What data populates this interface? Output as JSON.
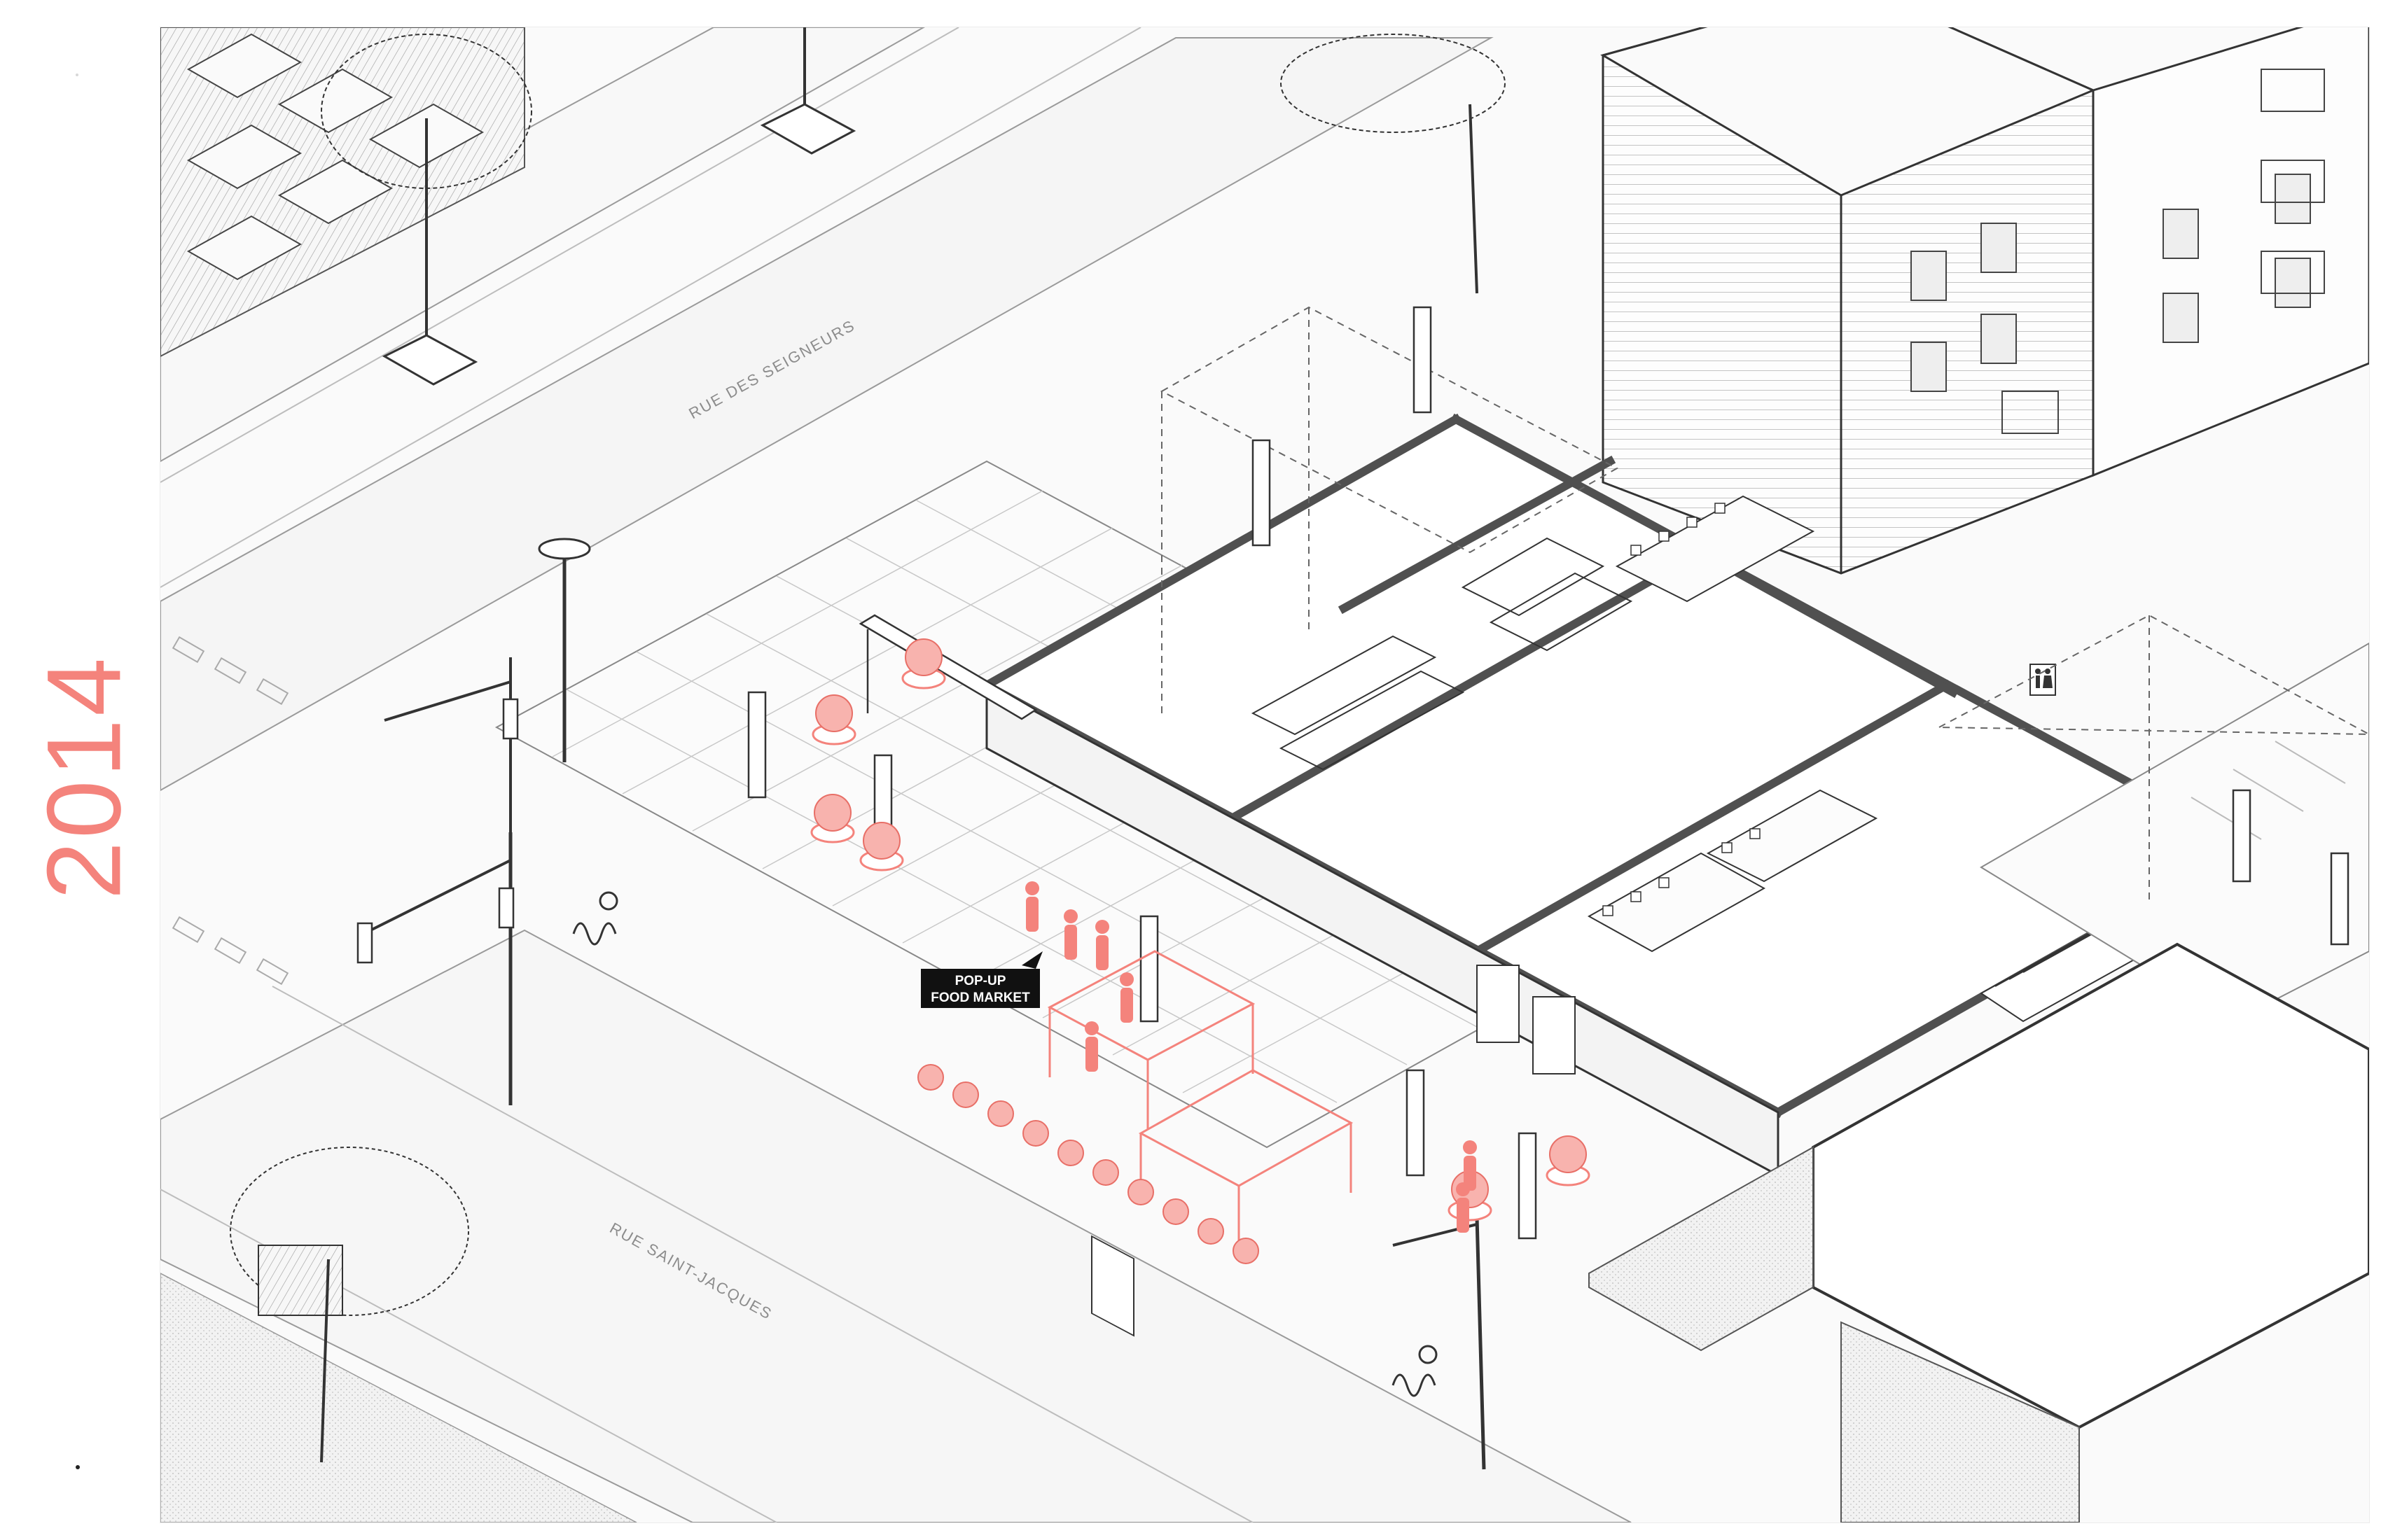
{
  "year": "2014",
  "streets": {
    "upper": "RUE DES SEIGNEURS",
    "lower": "RUE SAINT-JACQUES"
  },
  "callout": {
    "line1": "POP-UP",
    "line2": "FOOD MARKET"
  },
  "colors": {
    "accent": "#f4837c",
    "ink": "#3a3a3a",
    "wall": "#505050",
    "paper": "#fafafa"
  },
  "icons": {
    "restroom": "restroom-icon",
    "bicycle": "bicycle-icon",
    "traffic_light": "traffic-light-icon",
    "street_lamp": "street-lamp-icon"
  }
}
